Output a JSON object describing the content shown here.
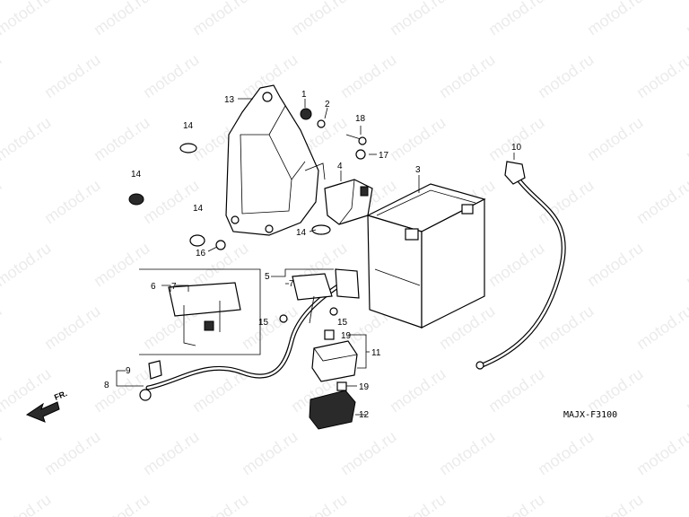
{
  "watermark": "motod.ru",
  "diagram_code": "MAJX-F3100",
  "front_indicator": "FR.",
  "callouts": [
    "1",
    "2",
    "3",
    "4",
    "5",
    "6",
    "7",
    "7",
    "8",
    "9",
    "10",
    "11",
    "12",
    "13",
    "14",
    "14",
    "14",
    "14",
    "15",
    "15",
    "16",
    "17",
    "18",
    "19",
    "19"
  ]
}
